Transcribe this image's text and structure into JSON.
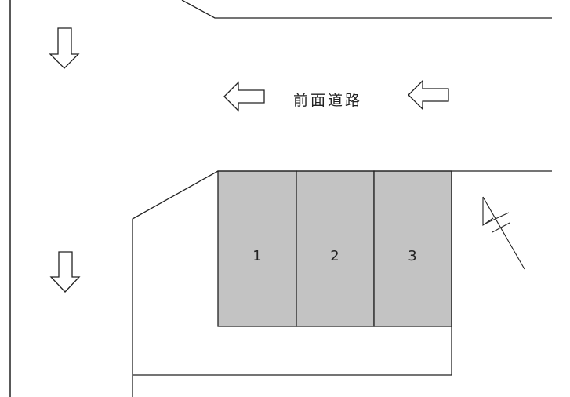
{
  "diagram": {
    "road_label": "前面道路",
    "lot_fill": "#c3c3c3",
    "line_color": "#222222",
    "lots": [
      {
        "number": "1"
      },
      {
        "number": "2"
      },
      {
        "number": "3"
      }
    ],
    "arrows": [
      {
        "direction": "down",
        "name": "traffic-arrow-down-top"
      },
      {
        "direction": "down",
        "name": "traffic-arrow-down-bottom"
      },
      {
        "direction": "left",
        "name": "traffic-arrow-left-1"
      },
      {
        "direction": "left",
        "name": "traffic-arrow-left-2"
      }
    ],
    "north_symbol": "north-arrow"
  }
}
